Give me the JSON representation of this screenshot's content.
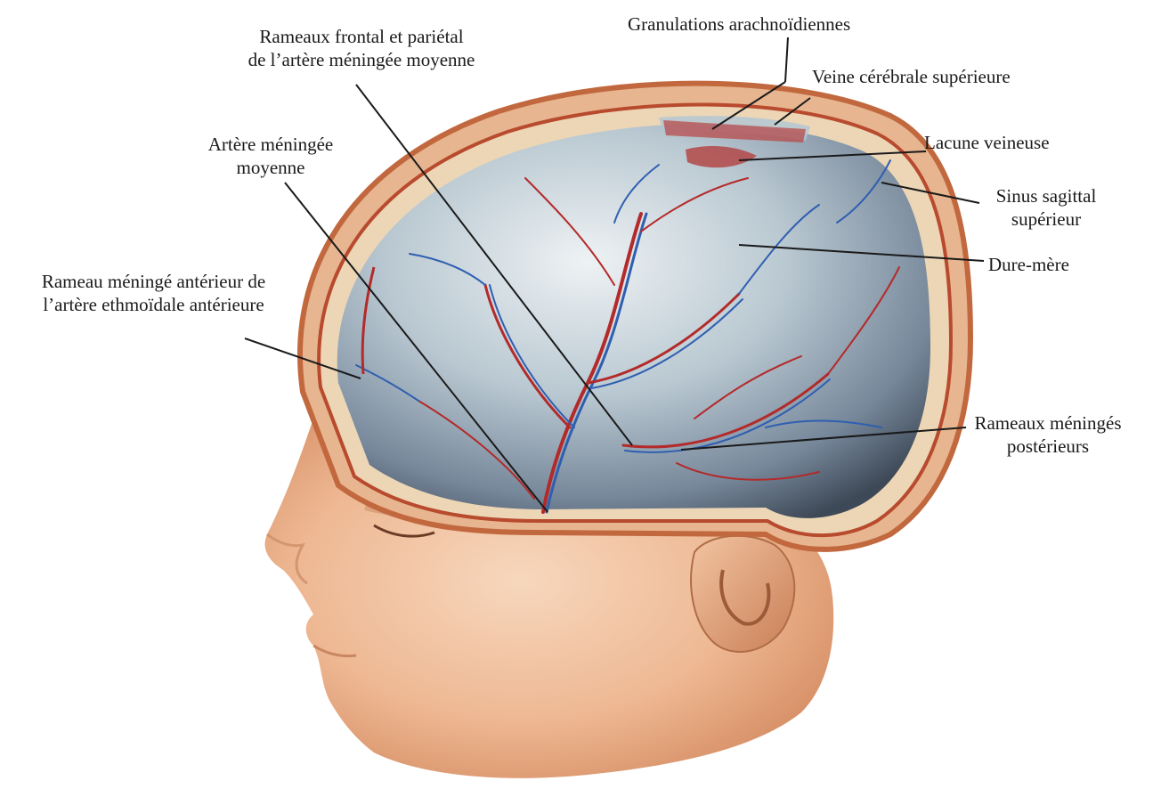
{
  "labels": {
    "frontal_parietal": "Rameaux frontal et pariétal\nde l’artère méningée moyenne",
    "granulations": "Granulations arachnoïdiennes",
    "superior_cerebral_vein": "Veine cérébrale supérieure",
    "venous_lacuna": "Lacune veineuse",
    "middle_meningeal": "Artère méningée\nmoyenne",
    "superior_sagittal_sinus": "Sinus sagittal\nsupérieur",
    "dura_mater": "Dure-mère",
    "anterior_meningeal": "Rameau méningé antérieur de\nl’artère ethmoïdale antérieure",
    "posterior_meningeal": "Rameaux méningés\npostérieurs"
  },
  "colors": {
    "background": "#ffffff",
    "skin": "#f1c3a0",
    "skin_shadow": "#d9906a",
    "dura_mater": "#a9bdc8",
    "dura_dark": "#5f6e7c",
    "artery": "#b32a2a",
    "vein": "#2f5fb0",
    "skull": "#e8d2b2",
    "leader_line": "#1a1a1a"
  }
}
